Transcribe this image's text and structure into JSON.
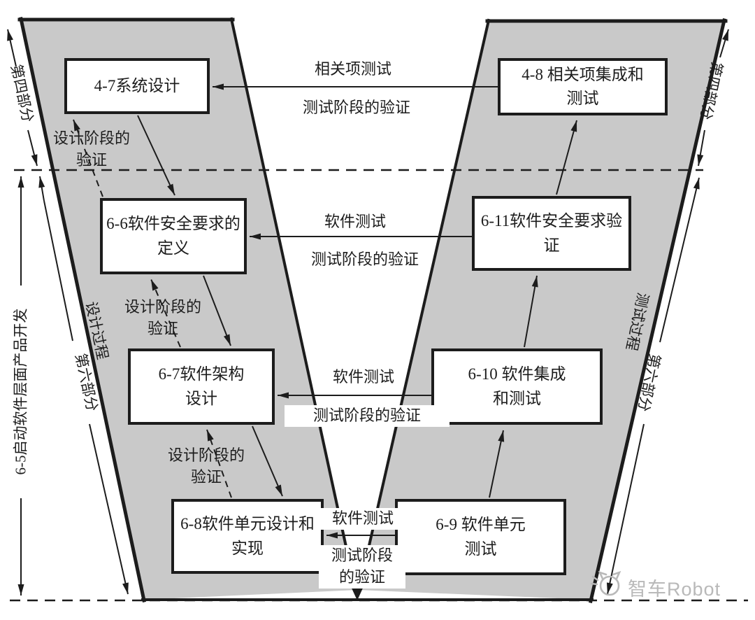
{
  "boxes": [
    {
      "label": "4-7系统设计"
    },
    {
      "label": "4-8 相关项集成和\n测试"
    },
    {
      "label": "6-6软件安全要求的\n定义"
    },
    {
      "label": "6-11软件安全要求验\n证"
    },
    {
      "label": "6-7软件架构\n设计"
    },
    {
      "label": "6-10 软件集成\n和测试"
    },
    {
      "label": "6-8软件单元设计和\n实现"
    },
    {
      "label": "6-9 软件单元\n测试"
    }
  ],
  "connector_rows": [
    {
      "test_label": "相关项测试",
      "verification_label": "测试阶段的验证"
    },
    {
      "test_label": "软件测试",
      "verification_label": "测试阶段的验证"
    },
    {
      "test_label": "软件测试",
      "verification_label": "测试阶段的验证"
    },
    {
      "test_label": "软件测试",
      "verification_label": "测试阶段\n的验证"
    }
  ],
  "design_verification_labels": [
    "设计阶段的\n验证",
    "设计阶段的\n验证",
    "设计阶段的\n验证"
  ],
  "side_labels": {
    "left_part_four": "第四部分",
    "left_part_six": "第六部分",
    "software_level_development": "6-5启动软件层面产品开发",
    "design_process": "设计过程",
    "test_process": "测试过程",
    "right_part_four": "第四部分",
    "right_part_six": "第六部分"
  },
  "watermark": {
    "text": "智车Robot"
  },
  "colors": {
    "band_gray": "#c9c9c9",
    "line_black": "#1c1c1c",
    "watermark_gray": "#b9b9b9"
  }
}
